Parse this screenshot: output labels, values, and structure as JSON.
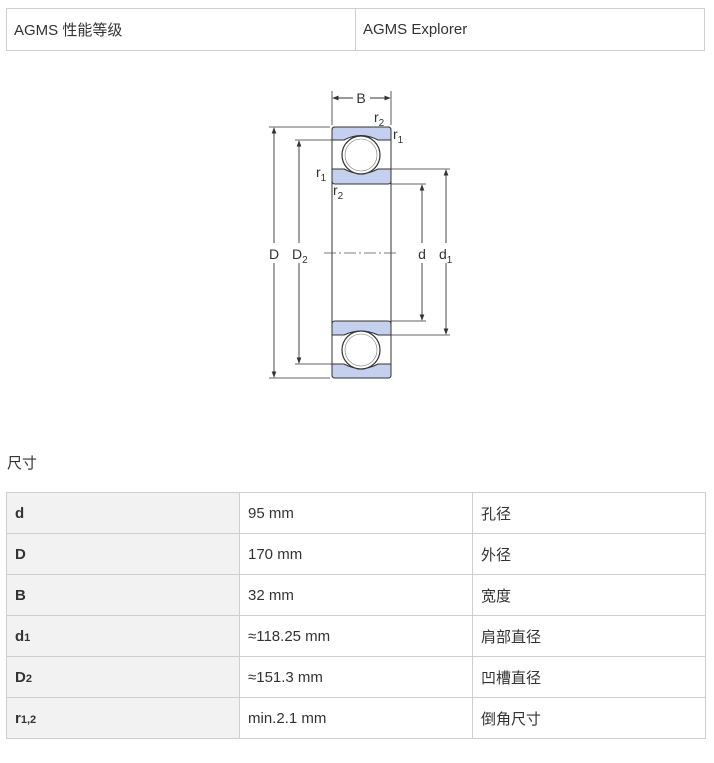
{
  "header": {
    "product_grade": "AGMS 性能等级",
    "product_line": "AGMS Explorer"
  },
  "diagram": {
    "labels": {
      "B": "B",
      "r2_top": "r",
      "r2_top_sub": "2",
      "r1_top": "r",
      "r1_top_sub": "1",
      "r1_left": "r",
      "r1_left_sub": "1",
      "r2_left": "r",
      "r2_left_sub": "2",
      "D": "D",
      "D2": "D",
      "D2_sub": "2",
      "d": "d",
      "d1": "d",
      "d1_sub": "1"
    },
    "colors": {
      "ring_fill": "#c5d0ee",
      "line": "#333333"
    }
  },
  "dimensions": {
    "title": "尺寸",
    "rows": [
      {
        "symbol": "d",
        "symbol_sub": "",
        "value": "95 mm",
        "description": "孔径"
      },
      {
        "symbol": "D",
        "symbol_sub": "",
        "value": "170 mm",
        "description": "外径"
      },
      {
        "symbol": "B",
        "symbol_sub": "",
        "value": "32 mm",
        "description": "宽度"
      },
      {
        "symbol": "d",
        "symbol_sub": "1",
        "value": "≈118.25 mm",
        "description": "肩部直径"
      },
      {
        "symbol": "D",
        "symbol_sub": "2",
        "value": "≈151.3 mm",
        "description": "凹槽直径"
      },
      {
        "symbol": "r",
        "symbol_sub": "1,2",
        "value": "min.2.1 mm",
        "description": "倒角尺寸"
      }
    ]
  }
}
